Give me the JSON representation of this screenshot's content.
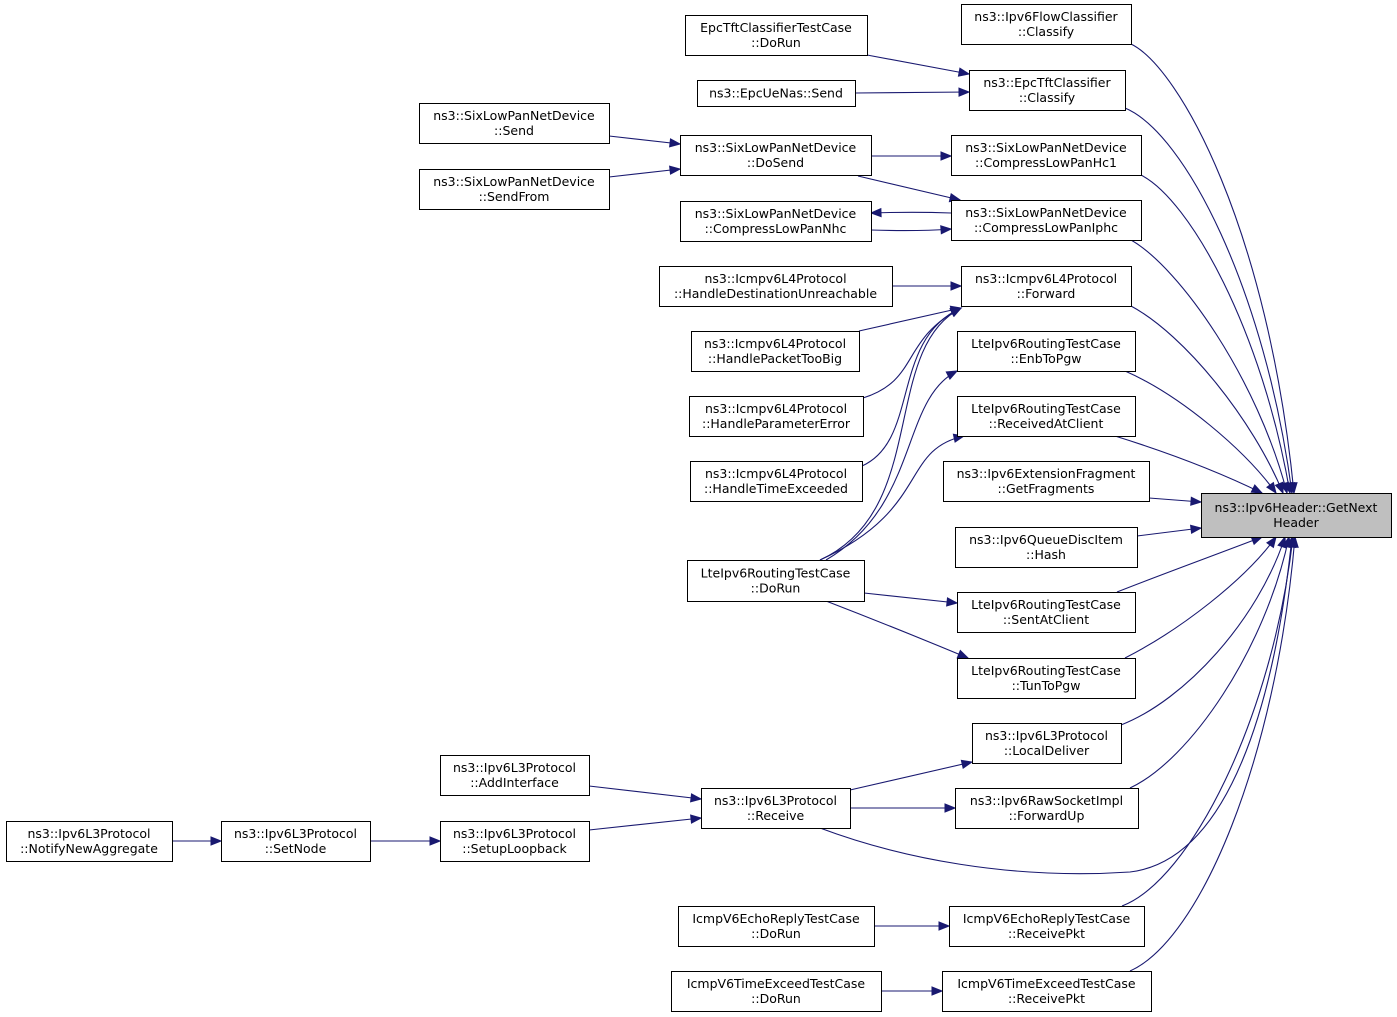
{
  "diagram": {
    "type": "call-graph",
    "focus": "n_getnext",
    "nodes": [
      {
        "id": "n_getnext",
        "lines": [
          "ns3::Ipv6Header::GetNext",
          "Header"
        ]
      },
      {
        "id": "n_flowcls",
        "lines": [
          "ns3::Ipv6FlowClassifier",
          "::Classify"
        ]
      },
      {
        "id": "n_epctftcls",
        "lines": [
          "ns3::EpcTftClassifier",
          "::Classify"
        ]
      },
      {
        "id": "n_epctfttest",
        "lines": [
          "EpcTftClassifierTestCase",
          "::DoRun"
        ]
      },
      {
        "id": "n_epcuenas",
        "lines": [
          "ns3::EpcUeNas::Send"
        ]
      },
      {
        "id": "n_hc1",
        "lines": [
          "ns3::SixLowPanNetDevice",
          "::CompressLowPanHc1"
        ]
      },
      {
        "id": "n_dosend",
        "lines": [
          "ns3::SixLowPanNetDevice",
          "::DoSend"
        ]
      },
      {
        "id": "n_send",
        "lines": [
          "ns3::SixLowPanNetDevice",
          "::Send"
        ]
      },
      {
        "id": "n_sendfrom",
        "lines": [
          "ns3::SixLowPanNetDevice",
          "::SendFrom"
        ]
      },
      {
        "id": "n_iphc",
        "lines": [
          "ns3::SixLowPanNetDevice",
          "::CompressLowPanIphc"
        ]
      },
      {
        "id": "n_nhc",
        "lines": [
          "ns3::SixLowPanNetDevice",
          "::CompressLowPanNhc"
        ]
      },
      {
        "id": "n_icmpfwd",
        "lines": [
          "ns3::Icmpv6L4Protocol",
          "::Forward"
        ]
      },
      {
        "id": "n_hdu",
        "lines": [
          "ns3::Icmpv6L4Protocol",
          "::HandleDestinationUnreachable"
        ]
      },
      {
        "id": "n_hptb",
        "lines": [
          "ns3::Icmpv6L4Protocol",
          "::HandlePacketTooBig"
        ]
      },
      {
        "id": "n_hpe",
        "lines": [
          "ns3::Icmpv6L4Protocol",
          "::HandleParameterError"
        ]
      },
      {
        "id": "n_hte",
        "lines": [
          "ns3::Icmpv6L4Protocol",
          "::HandleTimeExceeded"
        ]
      },
      {
        "id": "n_enbtopgw",
        "lines": [
          "LteIpv6RoutingTestCase",
          "::EnbToPgw"
        ]
      },
      {
        "id": "n_recvclient",
        "lines": [
          "LteIpv6RoutingTestCase",
          "::ReceivedAtClient"
        ]
      },
      {
        "id": "n_getfrag",
        "lines": [
          "ns3::Ipv6ExtensionFragment",
          "::GetFragments"
        ]
      },
      {
        "id": "n_hash",
        "lines": [
          "ns3::Ipv6QueueDiscItem",
          "::Hash"
        ]
      },
      {
        "id": "n_ltedorun",
        "lines": [
          "LteIpv6RoutingTestCase",
          "::DoRun"
        ]
      },
      {
        "id": "n_sentclient",
        "lines": [
          "LteIpv6RoutingTestCase",
          "::SentAtClient"
        ]
      },
      {
        "id": "n_tuntopgw",
        "lines": [
          "LteIpv6RoutingTestCase",
          "::TunToPgw"
        ]
      },
      {
        "id": "n_localdel",
        "lines": [
          "ns3::Ipv6L3Protocol",
          "::LocalDeliver"
        ]
      },
      {
        "id": "n_addif",
        "lines": [
          "ns3::Ipv6L3Protocol",
          "::AddInterface"
        ]
      },
      {
        "id": "n_receive",
        "lines": [
          "ns3::Ipv6L3Protocol",
          "::Receive"
        ]
      },
      {
        "id": "n_fwdup",
        "lines": [
          "ns3::Ipv6RawSocketImpl",
          "::ForwardUp"
        ]
      },
      {
        "id": "n_notify",
        "lines": [
          "ns3::Ipv6L3Protocol",
          "::NotifyNewAggregate"
        ]
      },
      {
        "id": "n_setnode",
        "lines": [
          "ns3::Ipv6L3Protocol",
          "::SetNode"
        ]
      },
      {
        "id": "n_setuploop",
        "lines": [
          "ns3::Ipv6L3Protocol",
          "::SetupLoopback"
        ]
      },
      {
        "id": "n_echodorun",
        "lines": [
          "IcmpV6EchoReplyTestCase",
          "::DoRun"
        ]
      },
      {
        "id": "n_echorecv",
        "lines": [
          "IcmpV6EchoReplyTestCase",
          "::ReceivePkt"
        ]
      },
      {
        "id": "n_tedorun",
        "lines": [
          "IcmpV6TimeExceedTestCase",
          "::DoRun"
        ]
      },
      {
        "id": "n_terecv",
        "lines": [
          "IcmpV6TimeExceedTestCase",
          "::ReceivePkt"
        ]
      }
    ],
    "edges": [
      {
        "from": "n_flowcls",
        "to": "n_getnext"
      },
      {
        "from": "n_epctftcls",
        "to": "n_getnext"
      },
      {
        "from": "n_hc1",
        "to": "n_getnext"
      },
      {
        "from": "n_iphc",
        "to": "n_getnext"
      },
      {
        "from": "n_icmpfwd",
        "to": "n_getnext"
      },
      {
        "from": "n_enbtopgw",
        "to": "n_getnext"
      },
      {
        "from": "n_recvclient",
        "to": "n_getnext"
      },
      {
        "from": "n_getfrag",
        "to": "n_getnext"
      },
      {
        "from": "n_hash",
        "to": "n_getnext"
      },
      {
        "from": "n_sentclient",
        "to": "n_getnext"
      },
      {
        "from": "n_tuntopgw",
        "to": "n_getnext"
      },
      {
        "from": "n_localdel",
        "to": "n_getnext"
      },
      {
        "from": "n_fwdup",
        "to": "n_getnext"
      },
      {
        "from": "n_receive",
        "to": "n_getnext"
      },
      {
        "from": "n_echorecv",
        "to": "n_getnext"
      },
      {
        "from": "n_terecv",
        "to": "n_getnext"
      },
      {
        "from": "n_epctfttest",
        "to": "n_epctftcls"
      },
      {
        "from": "n_epcuenas",
        "to": "n_epctftcls"
      },
      {
        "from": "n_dosend",
        "to": "n_hc1"
      },
      {
        "from": "n_dosend",
        "to": "n_iphc"
      },
      {
        "from": "n_send",
        "to": "n_dosend"
      },
      {
        "from": "n_sendfrom",
        "to": "n_dosend"
      },
      {
        "from": "n_iphc",
        "to": "n_nhc"
      },
      {
        "from": "n_nhc",
        "to": "n_iphc"
      },
      {
        "from": "n_hdu",
        "to": "n_icmpfwd"
      },
      {
        "from": "n_hptb",
        "to": "n_icmpfwd"
      },
      {
        "from": "n_hpe",
        "to": "n_icmpfwd"
      },
      {
        "from": "n_hte",
        "to": "n_icmpfwd"
      },
      {
        "from": "n_ltedorun",
        "to": "n_icmpfwd"
      },
      {
        "from": "n_ltedorun",
        "to": "n_enbtopgw"
      },
      {
        "from": "n_ltedorun",
        "to": "n_recvclient"
      },
      {
        "from": "n_ltedorun",
        "to": "n_sentclient"
      },
      {
        "from": "n_ltedorun",
        "to": "n_tuntopgw"
      },
      {
        "from": "n_receive",
        "to": "n_localdel"
      },
      {
        "from": "n_receive",
        "to": "n_fwdup"
      },
      {
        "from": "n_addif",
        "to": "n_receive"
      },
      {
        "from": "n_setuploop",
        "to": "n_receive"
      },
      {
        "from": "n_setnode",
        "to": "n_setuploop"
      },
      {
        "from": "n_notify",
        "to": "n_setnode"
      },
      {
        "from": "n_echodorun",
        "to": "n_echorecv"
      },
      {
        "from": "n_tedorun",
        "to": "n_terecv"
      }
    ]
  }
}
